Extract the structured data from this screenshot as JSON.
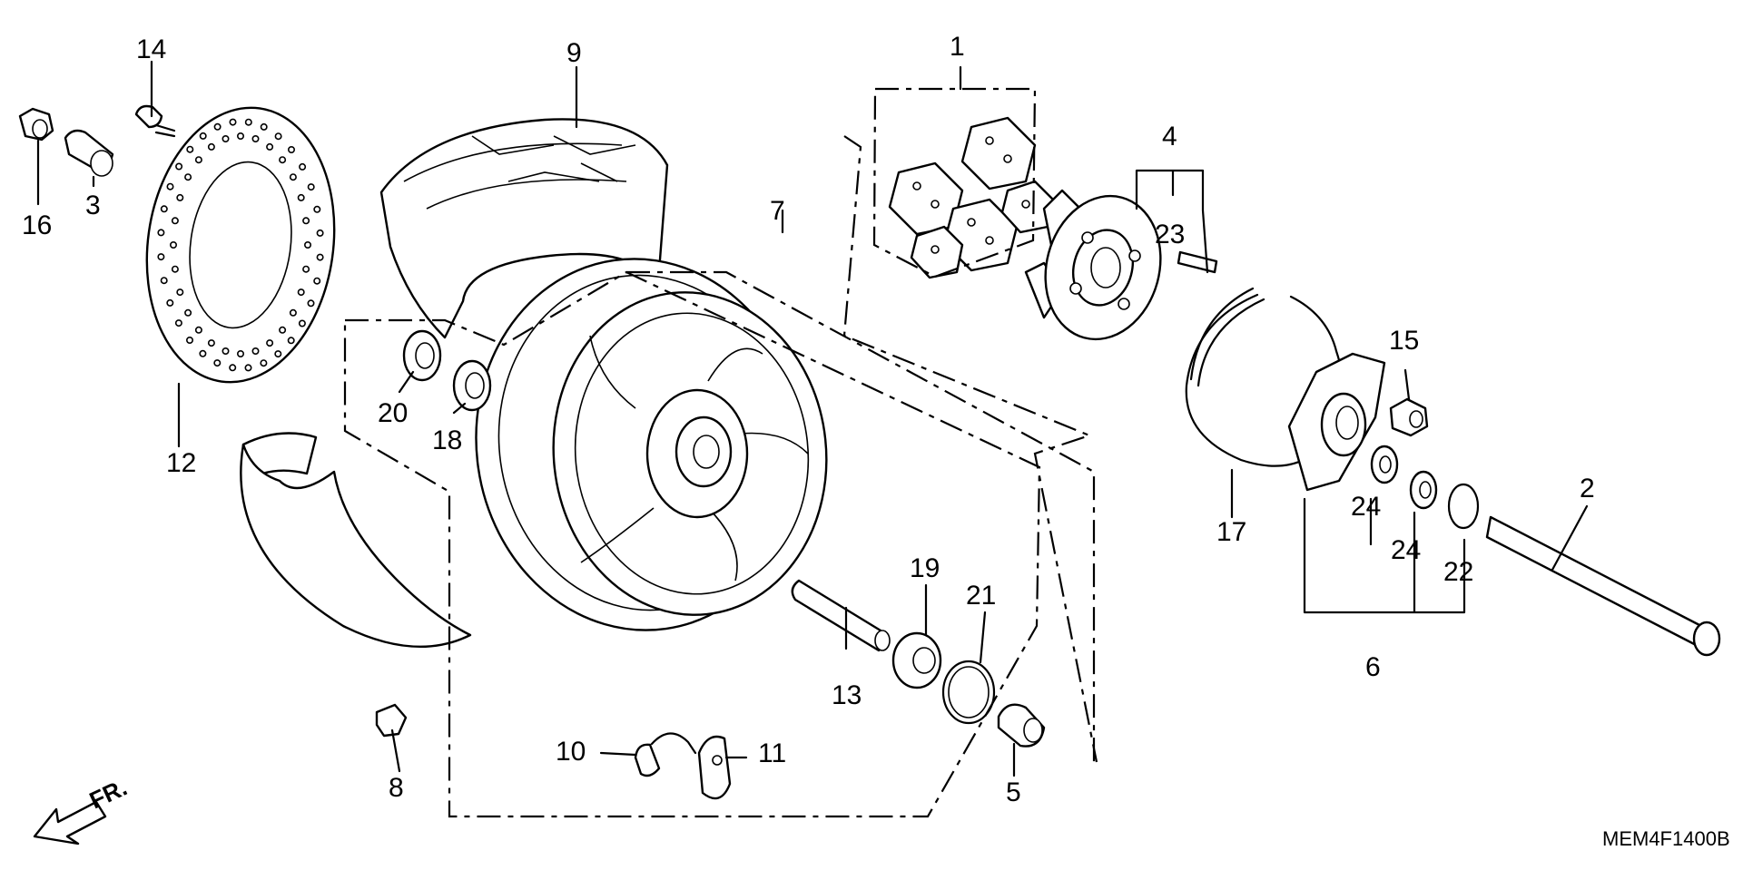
{
  "diagram": {
    "code": "MEM4F1400B",
    "direction_label": "FR.",
    "callouts": [
      {
        "id": "1",
        "label": "1"
      },
      {
        "id": "2",
        "label": "2"
      },
      {
        "id": "3",
        "label": "3"
      },
      {
        "id": "4",
        "label": "4"
      },
      {
        "id": "5",
        "label": "5"
      },
      {
        "id": "6",
        "label": "6"
      },
      {
        "id": "7",
        "label": "7"
      },
      {
        "id": "8",
        "label": "8"
      },
      {
        "id": "9",
        "label": "9"
      },
      {
        "id": "10",
        "label": "10"
      },
      {
        "id": "11",
        "label": "11"
      },
      {
        "id": "12",
        "label": "12"
      },
      {
        "id": "13",
        "label": "13"
      },
      {
        "id": "14",
        "label": "14"
      },
      {
        "id": "15",
        "label": "15"
      },
      {
        "id": "16",
        "label": "16"
      },
      {
        "id": "17",
        "label": "17"
      },
      {
        "id": "18",
        "label": "18"
      },
      {
        "id": "19",
        "label": "19"
      },
      {
        "id": "20",
        "label": "20"
      },
      {
        "id": "21",
        "label": "21"
      },
      {
        "id": "22",
        "label": "22"
      },
      {
        "id": "23",
        "label": "23"
      },
      {
        "id": "24a",
        "label": "24"
      },
      {
        "id": "24b",
        "label": "24"
      }
    ]
  }
}
